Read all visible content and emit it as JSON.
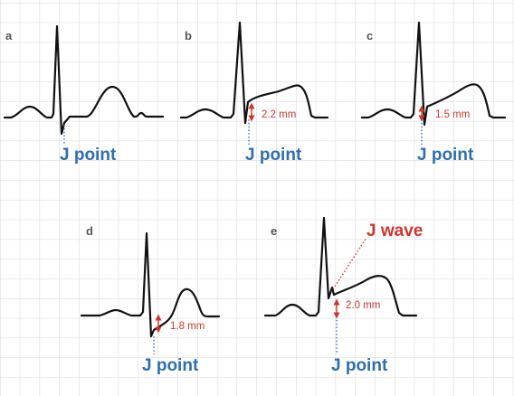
{
  "colors": {
    "grid": "#d6d6d6",
    "trace": "#111111",
    "j_point": "#2f6fae",
    "measurement": "#d0342c"
  },
  "panels": [
    {
      "letter": "a",
      "j_label": "J point"
    },
    {
      "letter": "b",
      "j_label": "J point",
      "measurement": "2.2 mm"
    },
    {
      "letter": "c",
      "j_label": "J point",
      "measurement": "1.5 mm"
    },
    {
      "letter": "d",
      "j_label": "J point",
      "measurement": "1.8 mm"
    },
    {
      "letter": "e",
      "j_label": "J point",
      "measurement": "2.0 mm",
      "j_wave_label": "J wave"
    }
  ]
}
